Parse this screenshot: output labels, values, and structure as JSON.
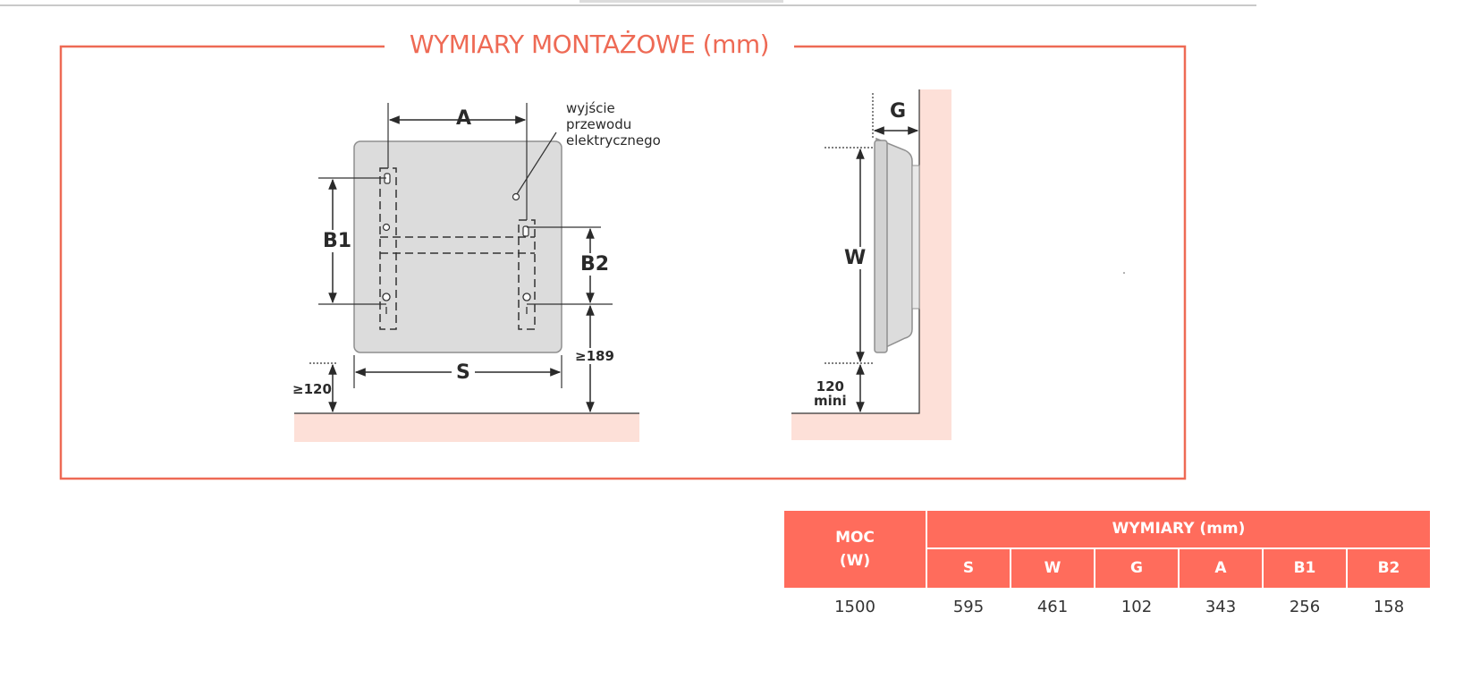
{
  "title": "WYMIARY MONTAŻOWE (mm)",
  "front_view": {
    "labels": {
      "a": "A",
      "b1": "B1",
      "b2": "B2",
      "s": "S",
      "min_side": "≥189",
      "min_floor": "≥120"
    },
    "note": [
      "wyjście",
      "przewodu",
      "elektrycznego"
    ]
  },
  "side_view": {
    "labels": {
      "g": "G",
      "w": "W",
      "floor_dist": "120",
      "floor_dist_unit": "mini"
    }
  },
  "table": {
    "moc_header": [
      "MOC",
      "(W)"
    ],
    "group_header": "WYMIARY (mm)",
    "columns": [
      "S",
      "W",
      "G",
      "A",
      "B1",
      "B2"
    ],
    "rows": [
      {
        "moc": "1500",
        "values": [
          "595",
          "461",
          "102",
          "343",
          "256",
          "158"
        ]
      }
    ]
  },
  "colors": {
    "accent": "#ee6a55",
    "table_header": "#ff6c5c",
    "wall": "#fde0d8",
    "panel": "#dcdcdc"
  }
}
